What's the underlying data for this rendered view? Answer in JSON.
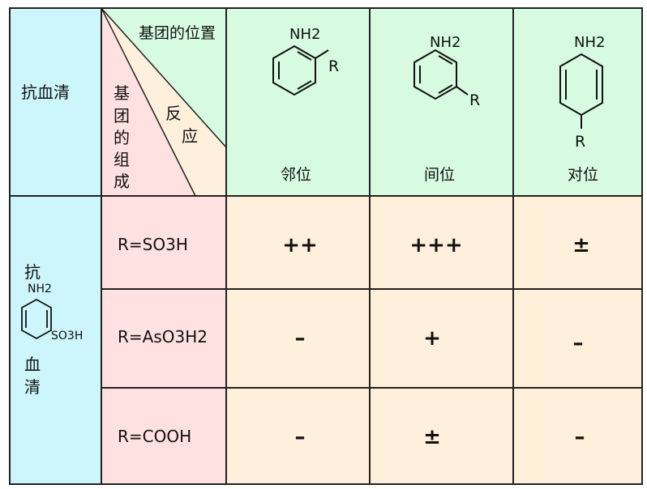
{
  "header": {
    "antiserum": "抗血清",
    "group_position": "基团的位置",
    "reaction": [
      "反",
      "应"
    ],
    "group_composition": [
      "基",
      "团",
      "的",
      "组",
      "成"
    ],
    "positions": [
      {
        "label": "邻位",
        "amine": "NH2",
        "substituent": "R"
      },
      {
        "label": "间位",
        "amine": "NH2",
        "substituent": "R"
      },
      {
        "label": "对位",
        "amine": "NH2",
        "substituent": "R"
      }
    ]
  },
  "antiserum_side": {
    "top": "抗",
    "bottom": [
      "血",
      "清"
    ],
    "amine": "NH2",
    "sulfonate": "SO3H"
  },
  "rows": [
    {
      "group": "R=SO3H",
      "reactions": [
        "++",
        "+++",
        "±"
      ]
    },
    {
      "group": "R=AsO3H2",
      "reactions": [
        "–",
        "+",
        "–"
      ]
    },
    {
      "group": "R=COOH",
      "reactions": [
        "–",
        "±",
        "–"
      ]
    }
  ],
  "colors": {
    "antiserum_bg": "#ccf6fb",
    "group_bg": "#ffe1e2",
    "reaction_bg": "#fff0db",
    "header_bg": "#d6fbe1"
  }
}
